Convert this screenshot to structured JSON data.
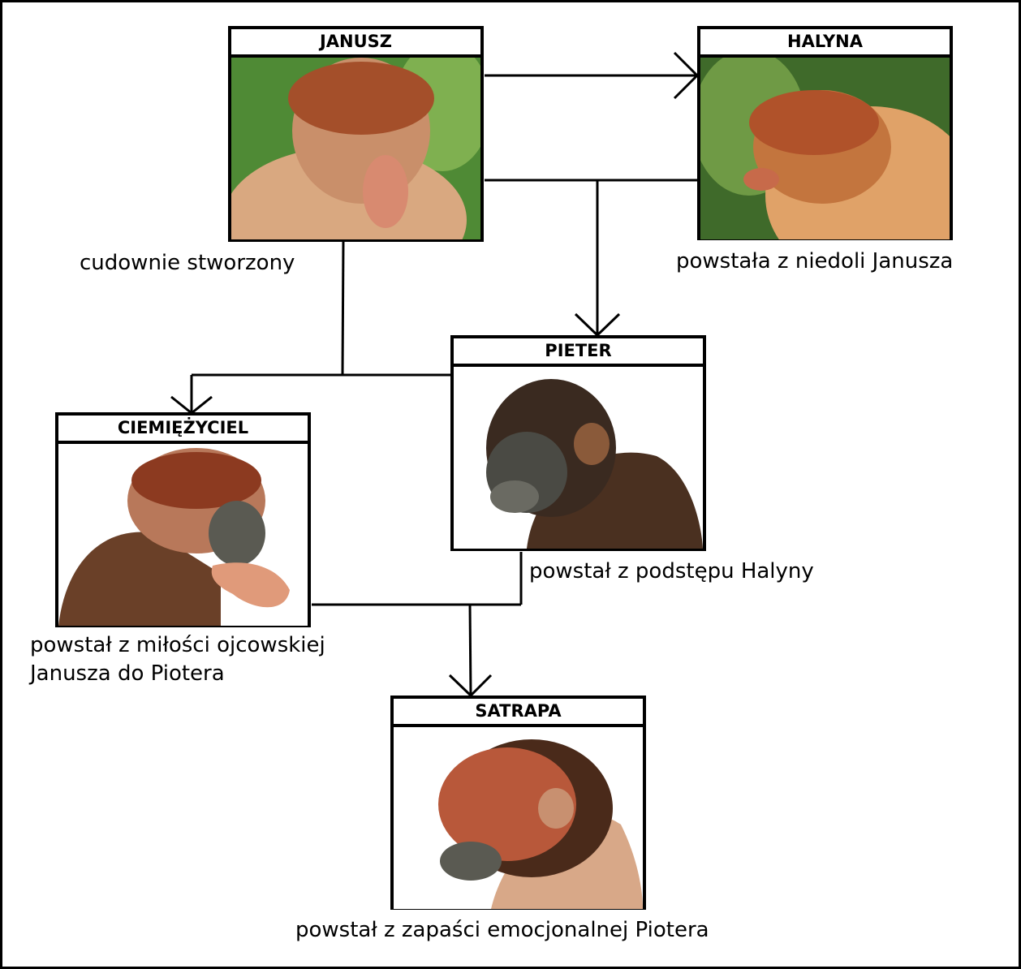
{
  "nodes": {
    "janusz": {
      "name": "JANUSZ",
      "caption": "cudownie stworzony"
    },
    "halyna": {
      "name": "HALYNA",
      "caption": "powstała z niedoli Janusza"
    },
    "pieter": {
      "name": "PIETER",
      "caption": "powstał z podstępu Halyny"
    },
    "ciemiezyciel": {
      "name": "CIEMIĘŻYCIEL",
      "caption_line1": "powstał z miłości ojcowskiej",
      "caption_line2": "Janusza do Piotera"
    },
    "satrapa": {
      "name": "SATRAPA",
      "caption": "powstał z zapaści emocjonalnej Piotera"
    }
  }
}
